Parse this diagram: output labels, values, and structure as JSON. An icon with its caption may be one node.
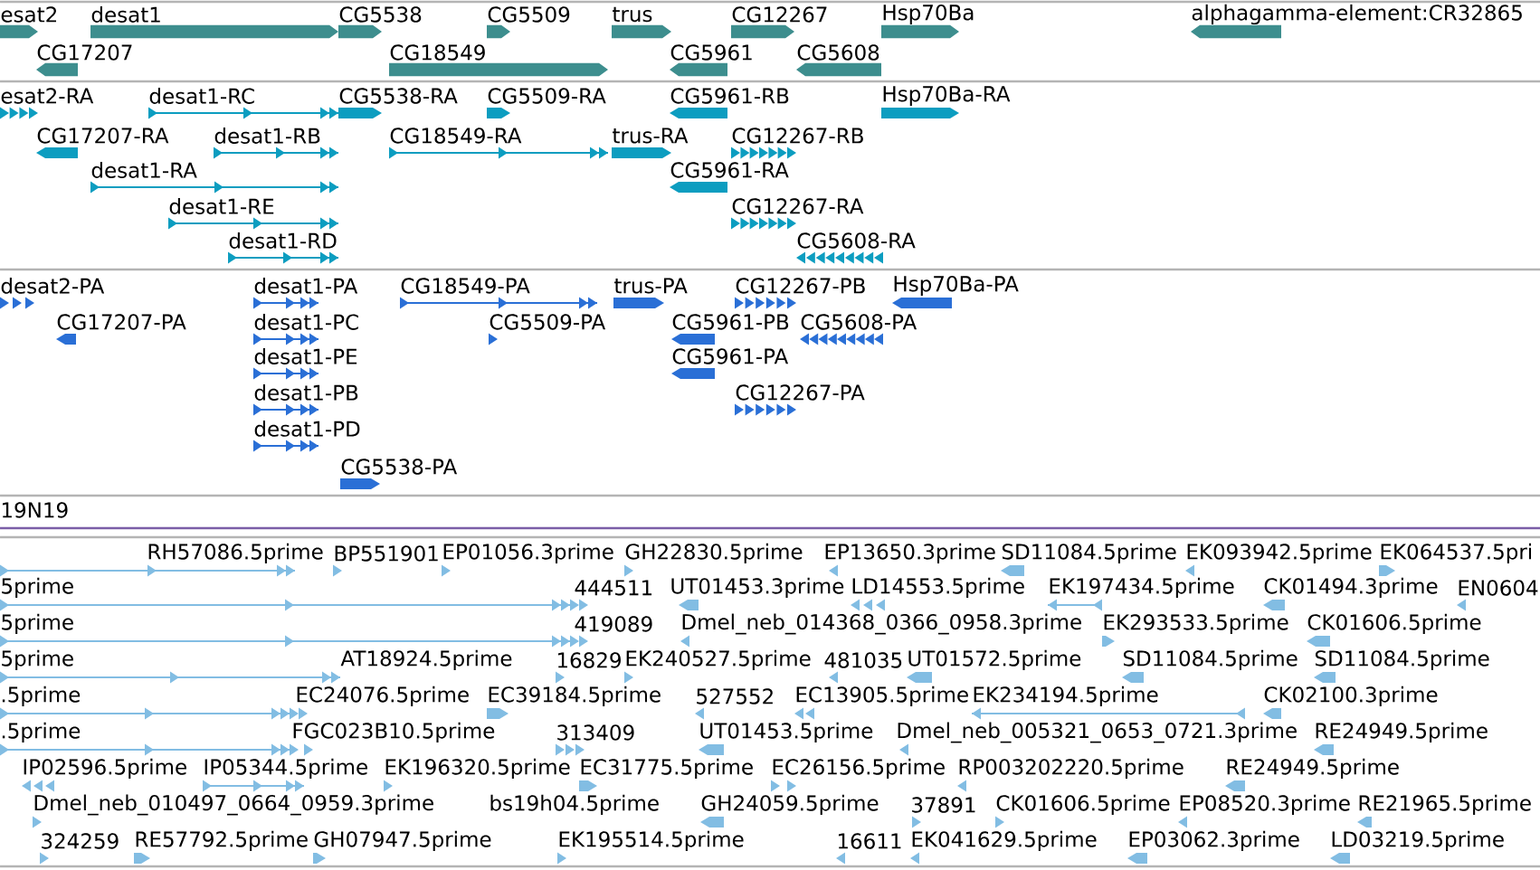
{
  "diagram": {
    "labels": [
      "esat2",
      "desat1",
      "CG5538",
      "CG5509",
      "trus",
      "CG12267",
      "Hsp70Ba",
      "alphagamma-element:CR32865",
      "CG17207",
      "CG18549",
      "CG5961",
      "CG5608",
      "esat2-RA",
      "desat1-RC",
      "CG5538-RA",
      "CG5509-RA",
      "CG5961-RB",
      "Hsp70Ba-RA",
      "CG17207-RA",
      "desat1-RB",
      "CG18549-RA",
      "trus-RA",
      "CG12267-RB",
      "desat1-RA",
      "CG5961-RA",
      "desat1-RE",
      "CG12267-RA",
      "desat1-RD",
      "CG5608-RA",
      "desat2-PA",
      "desat1-PA",
      "CG18549-PA",
      "trus-PA",
      "CG12267-PB",
      "Hsp70Ba-PA",
      "CG17207-PA",
      "desat1-PC",
      "CG5509-PA",
      "CG5961-PB",
      "CG5608-PA",
      "desat1-PE",
      "CG5961-PA",
      "desat1-PB",
      "CG12267-PA",
      "desat1-PD",
      "CG5538-PA",
      "19N19",
      "RH57086.5prime",
      "BP551901",
      "EP01056.3prime",
      "GH22830.5prime",
      "EP13650.3prime",
      "SD11084.5prime",
      "EK093942.5prime",
      "EK064537.5pri",
      "5prime",
      "444511",
      "UT01453.3prime",
      "LD14553.5prime",
      "EK197434.5prime",
      "CK01494.3prime",
      "EN0604",
      "5prime",
      "419089",
      "Dmel_neb_014368_0366_0958.3prime",
      "EK293533.5prime",
      "CK01606.5prime",
      "5prime",
      "AT18924.5prime",
      "16829",
      "EK240527.5prime",
      "481035",
      "UT01572.5prime",
      "SD11084.5prime",
      "SD11084.5prime",
      ".5prime",
      "EC24076.5prime",
      "EC39184.5prime",
      "527552",
      "EC13905.5prime",
      "EK234194.5prime",
      "CK02100.3prime",
      ".5prime",
      "FGC023B10.5prime",
      "313409",
      "UT01453.5prime",
      "Dmel_neb_005321_0653_0721.3prime",
      "RE24949.5prime",
      "IP02596.5prime",
      "IP05344.5prime",
      "EK196320.5prime",
      "EC31775.5prime",
      "EC26156.5prime",
      "RP003202220.5prime",
      "RE24949.5prime",
      "Dmel_neb_010497_0664_0959.3prime",
      "bs19h04.5prime",
      "GH24059.5prime",
      "37891",
      "CK01606.5prime",
      "EP08520.3prime",
      "RE21965.5prime",
      "324259",
      "RE57792.5prime",
      "GH07947.5prime",
      "EK195514.5prime",
      "16611",
      "EK041629.5prime",
      "EP03062.3prime",
      "LD03219.5prime"
    ]
  }
}
